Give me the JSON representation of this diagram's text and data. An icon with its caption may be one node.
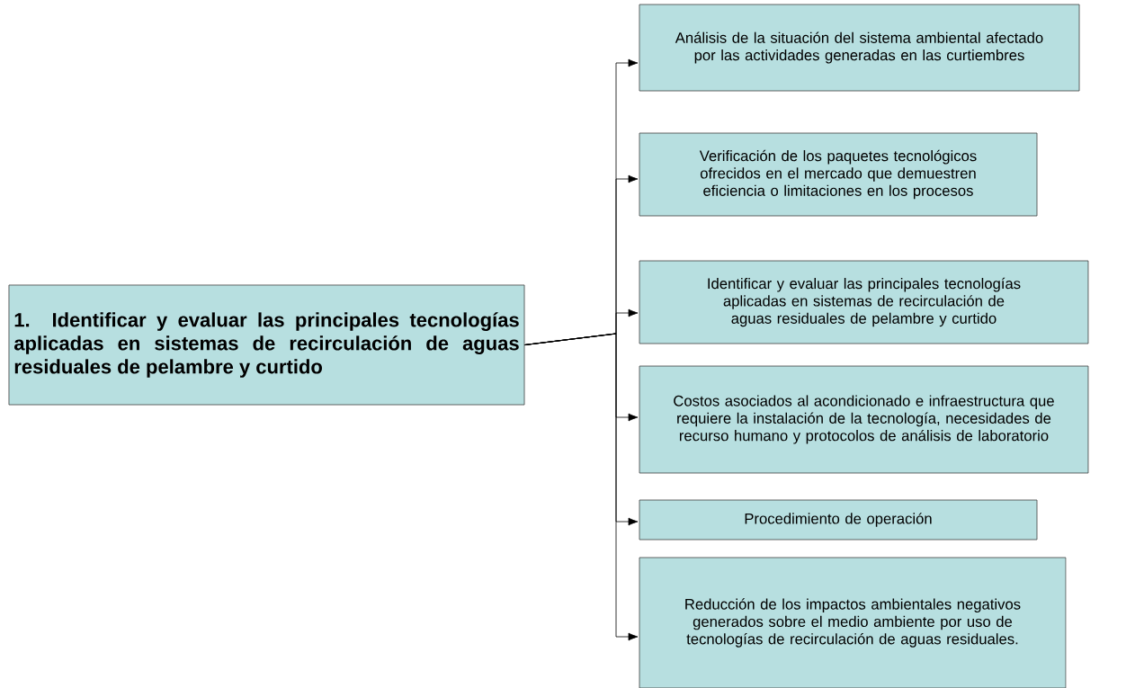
{
  "diagram": {
    "nodes": [
      {
        "text": [
          "1. Identificar y evaluar las principales tecnologías aplicadas en sistemas de recirculación de aguas residuales de pelambre y curtido"
        ]
      },
      {
        "text": [
          "Análisis de la situación del sistema ambiental afectado por las actividades generadas en las curtiembres"
        ]
      },
      {
        "text": [
          "Verificación de los paquetes tecnológicos ofrecidos en el mercado que demuestren eficiencia o limitaciones en los procesos"
        ]
      },
      {
        "text": [
          "Identificar y evaluar las principales tecnologías aplicadas en sistemas de recirculación de aguas residuales de pelambre y curtido"
        ]
      },
      {
        "text": [
          "Costos asociados al acondicionado e infraestructura que requiere la instalación de la tecnología, necesidades de recurso humano y protocolos de análisis de laboratorio"
        ]
      },
      {
        "text": [
          "Procedimiento de operación"
        ]
      },
      {
        "text": [
          "Reducción de los impactos ambientales negativos generados sobre el medio ambiente por uso de tecnologías de recirculación de aguas residuales."
        ]
      }
    ],
    "edges": [
      {
        "from": 0,
        "to": 1,
        "arrow": "to"
      },
      {
        "from": 0,
        "to": 2,
        "arrow": "to"
      },
      {
        "from": 0,
        "to": 3,
        "arrow": "to"
      },
      {
        "from": 0,
        "to": 4,
        "arrow": "to"
      },
      {
        "from": 0,
        "to": 5,
        "arrow": "to"
      },
      {
        "from": 0,
        "to": 6,
        "arrow": "to"
      }
    ]
  }
}
